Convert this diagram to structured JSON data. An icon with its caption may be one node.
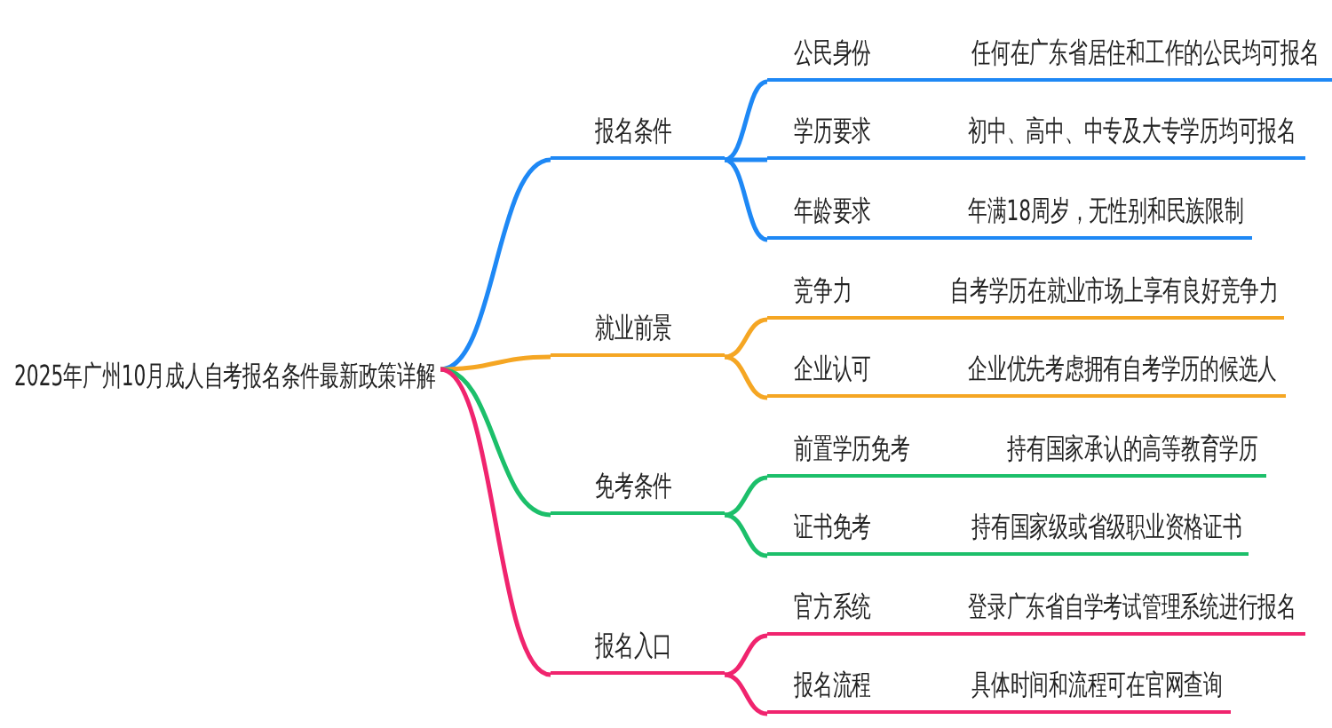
{
  "diagram": {
    "nodes": [
      {
        "text": [
          "2025年广州10月成人自考报名条件最新政策详解"
        ]
      },
      {
        "text": [
          "报名条件"
        ]
      },
      {
        "text": [
          "公民身份",
          "任何在广东省居住和工作的公民均可报名"
        ]
      },
      {
        "text": [
          "学历要求",
          "初中、高中、中专及大专学历均可报名"
        ]
      },
      {
        "text": [
          "年龄要求",
          "年满18周岁，无性别和民族限制"
        ]
      },
      {
        "text": [
          "就业前景"
        ]
      },
      {
        "text": [
          "竞争力",
          "自考学历在就业市场上享有良好竞争力"
        ]
      },
      {
        "text": [
          "企业认可",
          "企业优先考虑拥有自考学历的候选人"
        ]
      },
      {
        "text": [
          "免考条件"
        ]
      },
      {
        "text": [
          "前置学历免考",
          "持有国家承认的高等教育学历"
        ]
      },
      {
        "text": [
          "证书免考",
          "持有国家级或省级职业资格证书"
        ]
      },
      {
        "text": [
          "报名入口"
        ]
      },
      {
        "text": [
          "官方系统",
          "登录广东省自学考试管理系统进行报名"
        ]
      },
      {
        "text": [
          "报名流程",
          "具体时间和流程可在官网查询"
        ]
      }
    ],
    "edges": [
      {
        "from": 0,
        "to": 1,
        "arrow": "none",
        "color": "#1e88f5"
      },
      {
        "from": 1,
        "to": 2,
        "arrow": "none",
        "color": "#1e88f5"
      },
      {
        "from": 1,
        "to": 3,
        "arrow": "none",
        "color": "#1e88f5"
      },
      {
        "from": 1,
        "to": 4,
        "arrow": "none",
        "color": "#1e88f5"
      },
      {
        "from": 0,
        "to": 5,
        "arrow": "none",
        "color": "#f5a623"
      },
      {
        "from": 5,
        "to": 6,
        "arrow": "none",
        "color": "#f5a623"
      },
      {
        "from": 5,
        "to": 7,
        "arrow": "none",
        "color": "#f5a623"
      },
      {
        "from": 0,
        "to": 8,
        "arrow": "none",
        "color": "#1cbf6a"
      },
      {
        "from": 8,
        "to": 9,
        "arrow": "none",
        "color": "#1cbf6a"
      },
      {
        "from": 8,
        "to": 10,
        "arrow": "none",
        "color": "#1cbf6a"
      },
      {
        "from": 0,
        "to": 11,
        "arrow": "none",
        "color": "#f0246e"
      },
      {
        "from": 11,
        "to": 12,
        "arrow": "none",
        "color": "#f0246e"
      },
      {
        "from": 11,
        "to": 13,
        "arrow": "none",
        "color": "#f0246e"
      }
    ]
  }
}
